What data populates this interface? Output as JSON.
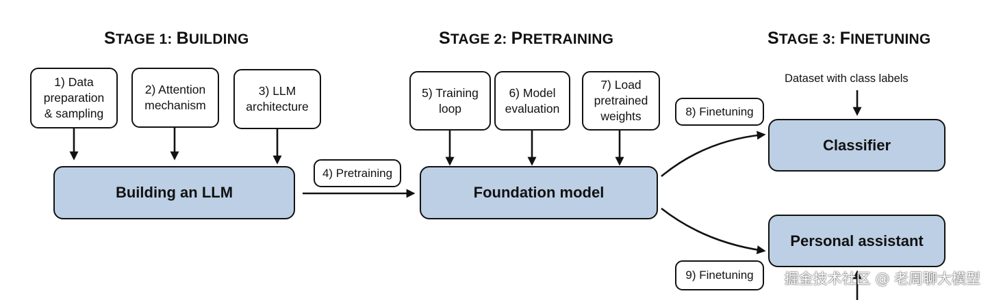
{
  "stages": {
    "s1": {
      "first": "S",
      "rest": "TAGE 1: ",
      "first2": "B",
      "rest2": "UILDING"
    },
    "s2": {
      "first": "S",
      "rest": "TAGE 2: ",
      "first2": "P",
      "rest2": "RETRAINING"
    },
    "s3": {
      "first": "S",
      "rest": "TAGE 3: ",
      "first2": "F",
      "rest2": "INETUNING"
    }
  },
  "steps": {
    "data_prep": "1) Data\npreparation\n& sampling",
    "attention": "2) Attention\nmechanism",
    "architecture": "3) LLM\narchitecture",
    "training_loop": "5) Training\nloop",
    "evaluation": "6) Model\nevaluation",
    "load_weights": "7) Load\npretrained\nweights"
  },
  "main_nodes": {
    "building": "Building an LLM",
    "foundation": "Foundation model",
    "classifier": "Classifier",
    "assistant": "Personal assistant"
  },
  "edge_labels": {
    "pretraining": "4) Pretraining",
    "finetuning_8": "8) Finetuning",
    "finetuning_9": "9) Finetuning"
  },
  "dataset_label": "Dataset with class labels",
  "watermark": "掘金技术社区 @ 老周聊大模型"
}
